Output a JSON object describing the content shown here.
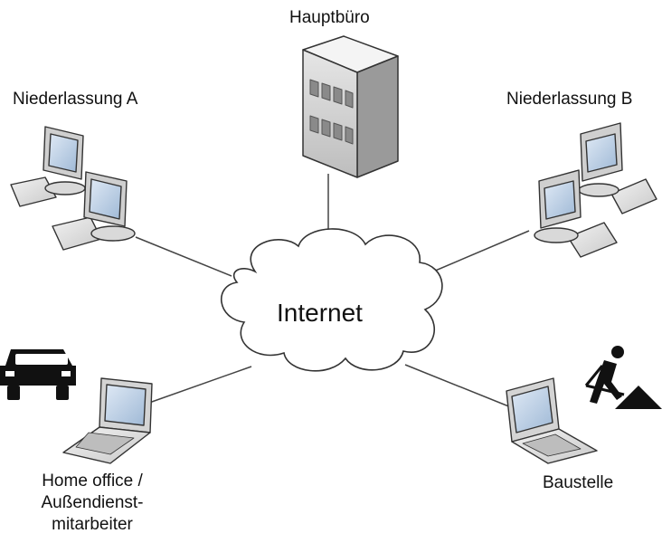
{
  "nodes": {
    "headquarters": {
      "label": "Hauptbüro",
      "icon": "server-building-icon"
    },
    "branch_a": {
      "label": "Niederlassung A",
      "icon": "desktop-computers-icon"
    },
    "branch_b": {
      "label": "Niederlassung B",
      "icon": "desktop-computers-icon"
    },
    "internet": {
      "label": "Internet",
      "icon": "cloud-icon"
    },
    "home_office": {
      "label_lines": [
        "Home office /",
        "Außendienst-",
        "mitarbeiter"
      ],
      "icons": [
        "car-icon",
        "laptop-icon"
      ]
    },
    "construction": {
      "label": "Baustelle",
      "icons": [
        "laptop-icon",
        "construction-worker-icon"
      ]
    }
  },
  "colors": {
    "line": "#444444",
    "outline": "#333333",
    "monitor_screen": "#b9d0e8",
    "device_body": "#e6e6e6",
    "server_front": "#d2d2d2"
  }
}
